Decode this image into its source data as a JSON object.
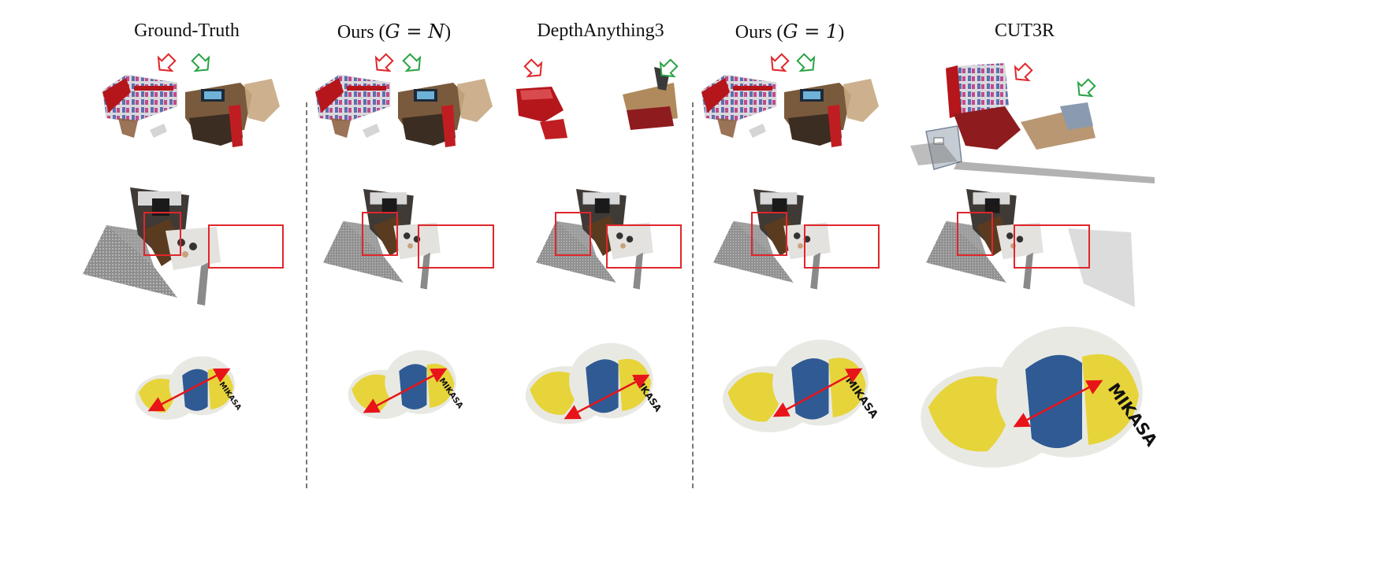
{
  "figure": {
    "columns": [
      {
        "id": "gt",
        "title_pre": "Ground-Truth",
        "title_var": "",
        "title_post": ""
      },
      {
        "id": "oursN",
        "title_pre": "Ours (",
        "title_var": "G = N",
        "title_post": ")"
      },
      {
        "id": "da3",
        "title_pre": "DepthAnything3",
        "title_var": "",
        "title_post": ""
      },
      {
        "id": "ours1",
        "title_pre": "Ours (",
        "title_var": "G = 1",
        "title_post": ")"
      },
      {
        "id": "cut3r",
        "title_pre": "CUT3R",
        "title_var": "",
        "title_post": ""
      }
    ],
    "rows": [
      "room-with-arrows",
      "kitchen-with-boxes",
      "volleyball-with-span"
    ],
    "colors": {
      "red_marker": "#e0262b",
      "green_marker": "#2aa344",
      "span_arrow": "#e8141a",
      "separator": "#777777",
      "ball_yellow": "#e6d43a",
      "ball_blue": "#2f5a93",
      "ball_white": "#e9e9e4",
      "shelf_red": "#b4161b",
      "wall_gray": "#9a9a9a",
      "floor_brown": "#6b4a2f"
    },
    "ball_text": "MIKASA"
  }
}
